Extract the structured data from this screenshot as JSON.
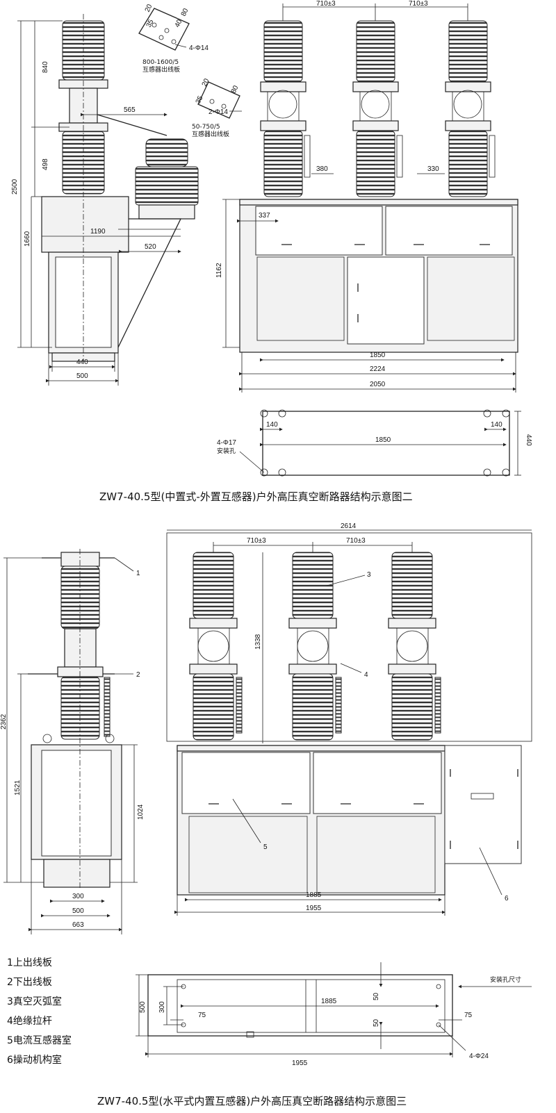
{
  "fig2": {
    "title": "ZW7-40.5型(中置式-外置互感器)户外高压真空断路器结构示意图二",
    "side_dims": {
      "d840": "840",
      "d498": "498",
      "d2500": "2500",
      "d1660": "1660",
      "d565": "565",
      "d1190": "1190",
      "d520": "520",
      "d440": "440",
      "d500": "500"
    },
    "plate1": {
      "d20": "20",
      "d35": "35",
      "d40": "40",
      "d80": "80",
      "holes": "4-Φ14",
      "caption1": "800-1600/5",
      "caption2": "互感器出线板"
    },
    "plate2": {
      "d20": "20",
      "d35": "35",
      "d80": "80",
      "holes": "2-Φ14",
      "caption1": "50-750/5",
      "caption2": "互感器出线板"
    },
    "front_dims": {
      "p1": "710±3",
      "p2": "710±3",
      "d380": "380",
      "d330": "330",
      "d337": "337",
      "d1162": "1162",
      "d1850": "1850",
      "d2224": "2224",
      "d2050": "2050"
    },
    "base": {
      "d140a": "140",
      "d140b": "140",
      "d1850": "1850",
      "d440": "440",
      "holes": "4-Φ17",
      "holes_caption": "安装孔"
    }
  },
  "fig3": {
    "title": "ZW7-40.5型(水平式内置互感器)户外高压真空断路器结构示意图三",
    "side_dims": {
      "d2362": "2362",
      "d1521": "1521",
      "d1024": "1024",
      "d300": "300",
      "d500": "500",
      "d663": "663"
    },
    "front_dims": {
      "d2614": "2614",
      "p1": "710±3",
      "p2": "710±3",
      "d1338": "1338",
      "d1885": "1885",
      "d1955": "1955"
    },
    "callouts": {
      "c1": "1",
      "c2": "2",
      "c3": "3",
      "c4": "4",
      "c5": "5",
      "c6": "6"
    },
    "base": {
      "d500": "500",
      "d300": "300",
      "d1885": "1885",
      "d50a": "50",
      "d50b": "50",
      "d75a": "75",
      "d75b": "75",
      "d1955": "1955",
      "holes": "4-Φ24",
      "holes_caption": "安装孔尺寸"
    }
  },
  "legend": [
    "1上出线板",
    "2下出线板",
    "3真空灭弧室",
    "4绝缘拉杆",
    "5电流互感器室",
    "6操动机构室"
  ]
}
